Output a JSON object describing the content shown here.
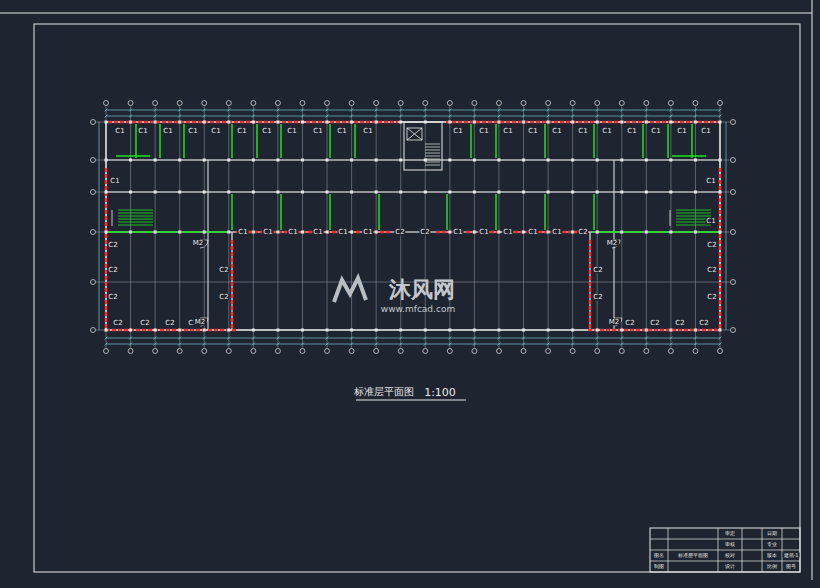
{
  "diagram": {
    "title": "标准层平面图",
    "labels": [
      "C1",
      "C1",
      "C1",
      "C1",
      "C1",
      "C1",
      "C1",
      "C1",
      "C1",
      "C1",
      "C1",
      "C1",
      "C1",
      "C1",
      "C1",
      "C1",
      "C1",
      "C1",
      "C1",
      "C1",
      "C1",
      "C1",
      "C1",
      "C2",
      "C2",
      "C2",
      "C2",
      "C2",
      "C2",
      "C2",
      "M2",
      "M2",
      "C2",
      "C2",
      "C1",
      "C1",
      "C1",
      "C1",
      "C1",
      "C1",
      "C2",
      "C2",
      "C1",
      "C1",
      "C1",
      "C1",
      "C1",
      "C2",
      "M2",
      "M2",
      "C2",
      "C2",
      "C2",
      "C2",
      "C2",
      "C2",
      "C1",
      "C1",
      "C2",
      "C2",
      "C2",
      "1:100",
      "沐风网",
      "www.mfcad.com",
      "审定",
      "日期",
      "审核",
      "专业",
      "校对",
      "版本",
      "设计",
      "比例",
      "图名",
      "标准层平面图",
      "制图",
      "图号",
      "建筑-1"
    ]
  }
}
